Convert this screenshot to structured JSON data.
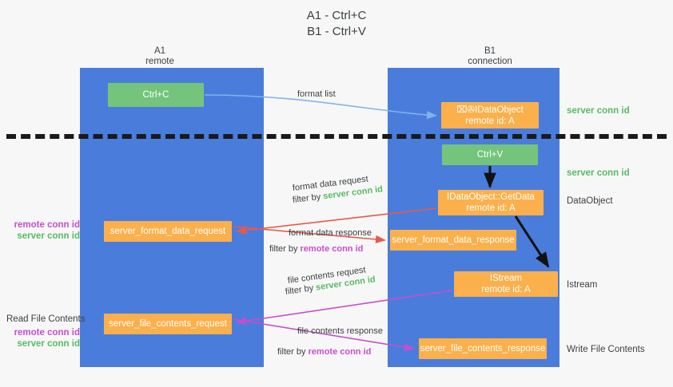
{
  "title": {
    "line1": "A1 - Ctrl+C",
    "line2": "B1 - Ctrl+V"
  },
  "lanes": [
    {
      "id": "a1",
      "name": "A1",
      "role": "remote",
      "color": "#4a7ddb"
    },
    {
      "id": "b1",
      "name": "B1",
      "role": "connection",
      "color": "#4a7ddb"
    }
  ],
  "colors": {
    "lane": "#4a7ddb",
    "green_node": "#74c47c",
    "orange_node": "#fbb04c",
    "server_conn_id": "#57bb63",
    "remote_conn_id": "#c64ecd",
    "divider": "#1a1a1a",
    "arrow_blue": "#7fb4e8",
    "arrow_red": "#e8594a",
    "arrow_magenta": "#c64ecd",
    "arrow_black": "#000000",
    "background": "#f7f7f7"
  },
  "nodes": {
    "ctrl_c": {
      "label": "Ctrl+C"
    },
    "idataobject": {
      "line1": "⌧✇IDataObject",
      "line2": "remote id: A"
    },
    "ctrl_v": {
      "label": "Ctrl+V"
    },
    "getdata": {
      "line1": "IDataObject::GetData",
      "line2": "remote id: A"
    },
    "istream": {
      "line1": "IStream",
      "line2": "remote id: A"
    },
    "server_format_data_request": {
      "label": "server_format_data_request"
    },
    "server_format_data_response": {
      "label": "server_format_data_response"
    },
    "server_file_contents_request": {
      "label": "server_file_contents_request"
    },
    "server_file_contents_response": {
      "label": "server_file_contents_response"
    }
  },
  "edge_labels": {
    "format_list": "format list",
    "format_data_request": "format data request",
    "format_data_request_filter_prefix": "filter by ",
    "format_data_request_filter_value": "server conn id",
    "format_data_response": "format data response",
    "format_data_response_filter_prefix": "filter by ",
    "format_data_response_filter_value": "remote conn id",
    "file_contents_request": "file contents request",
    "file_contents_request_filter_prefix": "filter by ",
    "file_contents_request_filter_value": "server conn id",
    "file_contents_response": "file contents response",
    "file_contents_response_filter_prefix": "filter by ",
    "file_contents_response_filter_value": "remote conn id"
  },
  "side_labels": {
    "server_conn_id_top": "server conn id",
    "server_conn_id_mid": "server conn id",
    "data_object": "DataObject",
    "istream": "Istream",
    "write_file_contents": "Write File Contents",
    "read_file_contents": "Read File Contents",
    "remote_conn_id": "remote conn id",
    "server_conn_id": "server conn id"
  }
}
